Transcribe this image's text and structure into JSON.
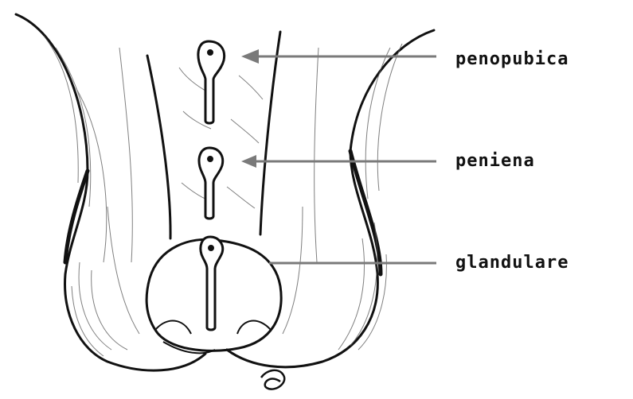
{
  "labels": [
    "penopubica",
    "peniena",
    "glandulare"
  ],
  "colors": {
    "background": "#ffffff",
    "ink": "#111111",
    "arrow": "#7a7a7a",
    "shading": "#555555"
  }
}
